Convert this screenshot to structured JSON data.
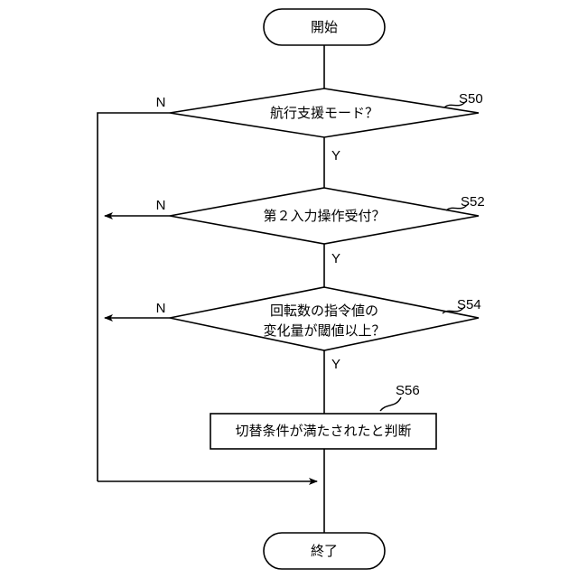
{
  "diagram": {
    "title": "",
    "background_color": "#ffffff",
    "line_color": "#000000",
    "text_color": "#000000",
    "nodes": {
      "start": {
        "label": "開始",
        "shape": "terminator"
      },
      "end": {
        "label": "終了",
        "shape": "terminator"
      },
      "decision1": {
        "label": "航行支援モード？",
        "shape": "decision",
        "step": "S50",
        "yes_label": "Y",
        "no_label": "N"
      },
      "decision2": {
        "label": "第２入力操作受付？",
        "shape": "decision",
        "step": "S52",
        "yes_label": "Y",
        "no_label": "N"
      },
      "decision3": {
        "label_line1": "回転数の指令値の",
        "label_line2": "変化量が閾値以上？",
        "shape": "decision",
        "step": "S54",
        "yes_label": "Y",
        "no_label": "N"
      },
      "process1": {
        "label": "切替条件が満たされたと判断",
        "shape": "process",
        "step": "S56"
      }
    }
  },
  "chart_data": {
    "type": "table",
    "title": "",
    "categories": [
      "start",
      "decision1",
      "decision2",
      "decision3",
      "process1",
      "end"
    ],
    "values": []
  }
}
